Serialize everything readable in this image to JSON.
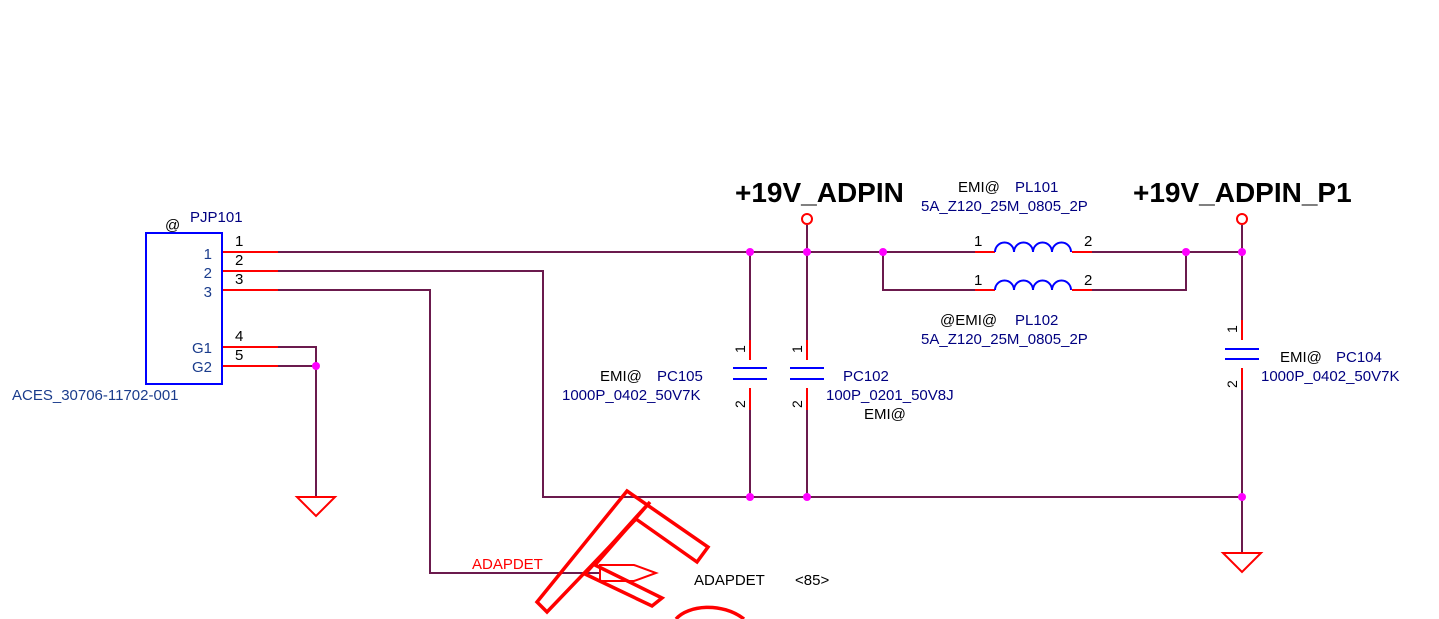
{
  "nets": {
    "rail_in": "+19V_ADPIN",
    "rail_out": "+19V_ADPIN_P1",
    "adapdet_wire": "ADAPDET",
    "adapdet_port": "ADAPDET",
    "adapdet_page": "<85>"
  },
  "connector": {
    "prefix": "@",
    "ref": "PJP101",
    "part": "ACES_30706-11702-001",
    "pin_names": [
      "1",
      "2",
      "3",
      "G1",
      "G2"
    ],
    "pin_numbers": [
      "1",
      "2",
      "3",
      "4",
      "5"
    ]
  },
  "inductors": [
    {
      "prefix": "EMI@",
      "ref": "PL101",
      "value": "5A_Z120_25M_0805_2P",
      "pin1": "1",
      "pin2": "2"
    },
    {
      "prefix": "@EMI@",
      "ref": "PL102",
      "value": "5A_Z120_25M_0805_2P",
      "pin1": "1",
      "pin2": "2"
    }
  ],
  "capacitors": [
    {
      "prefix": "EMI@",
      "ref": "PC105",
      "value": "1000P_0402_50V7K",
      "pin1": "1",
      "pin2": "2"
    },
    {
      "ref": "PC102",
      "value": "100P_0201_50V8J",
      "suffix": "EMI@",
      "pin1": "1",
      "pin2": "2"
    },
    {
      "prefix": "EMI@",
      "ref": "PC104",
      "value": "1000P_0402_50V7K",
      "pin1": "1",
      "pin2": "2"
    }
  ],
  "colors": {
    "wire": "#6b1a4d",
    "pin_stub": "#ff0000",
    "junction": "#ff00ff",
    "component": "#0000ff",
    "text_ref": "#000080",
    "watermark": "#ff0000"
  }
}
